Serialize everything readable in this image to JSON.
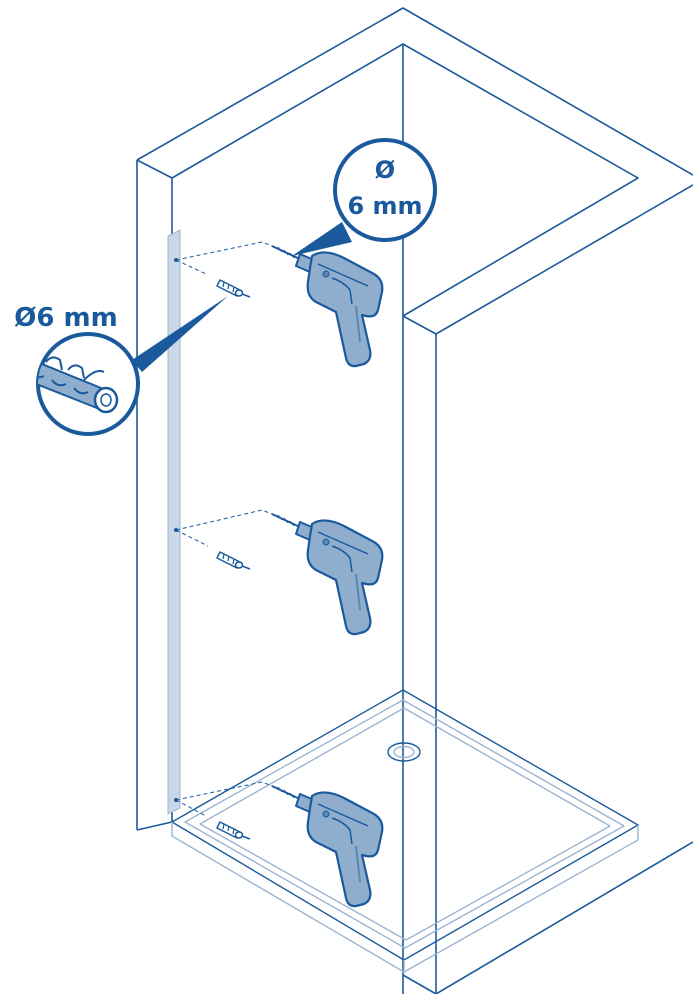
{
  "labels": {
    "drill_bit_symbol": "Ø",
    "drill_bit_size": "6 mm",
    "dowel_size": "Ø6 mm"
  },
  "colors": {
    "line": "#1a5a9c",
    "drill_fill": "#8faecd",
    "drill_dark": "#5f86b0",
    "profile_fill": "#c9d7e6",
    "tray_line": "#9bb5d2",
    "background": "#ffffff"
  },
  "icons": {
    "drill": "drill-icon",
    "wall_plug": "wall-plug-icon",
    "callout": "magnifier-callout"
  }
}
